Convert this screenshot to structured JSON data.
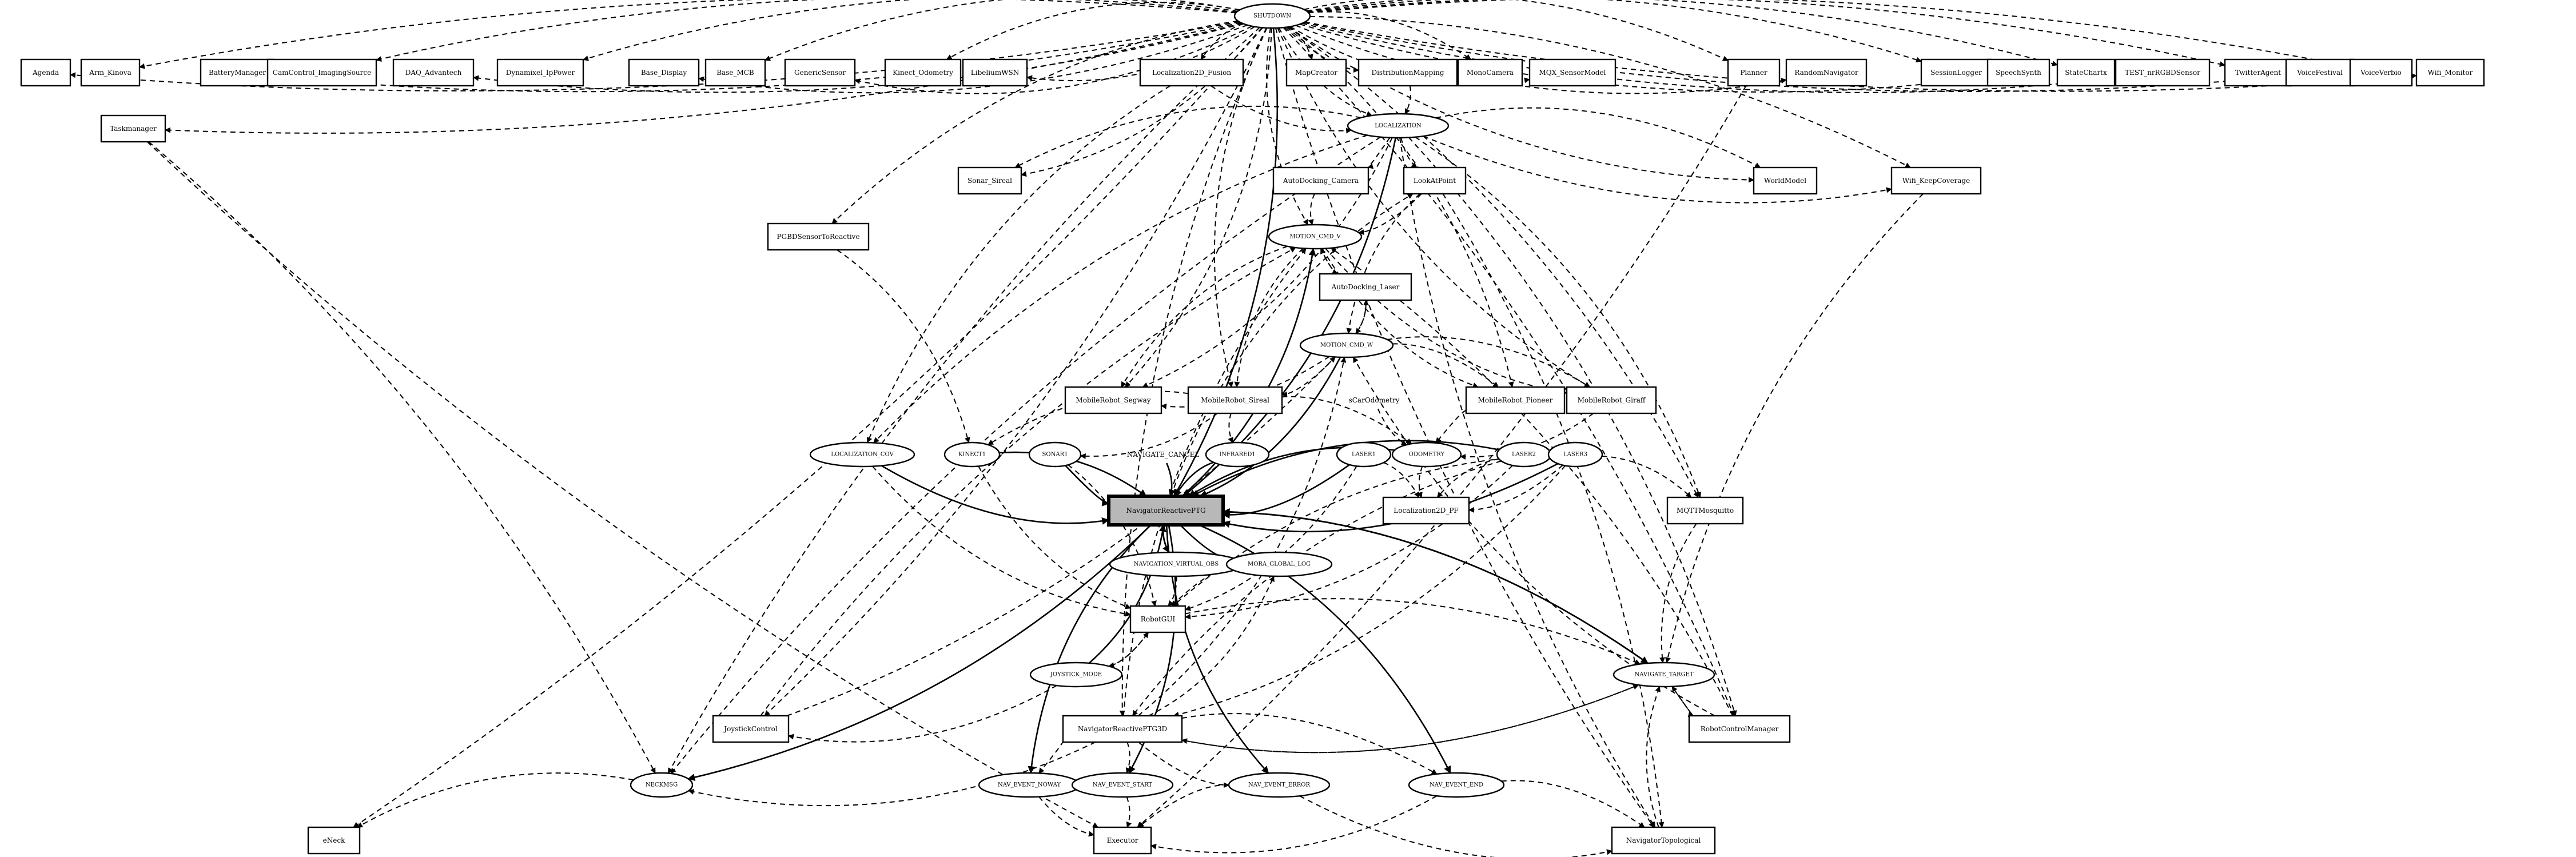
{
  "graph": {
    "nodes": [
      {
        "id": "SHUTDOWN",
        "label": "SHUTDOWN",
        "shape": "ellipse"
      },
      {
        "id": "Agenda",
        "label": "Agenda",
        "shape": "box"
      },
      {
        "id": "Arm_Kinova",
        "label": "Arm_Kinova",
        "shape": "box"
      },
      {
        "id": "BatteryManager",
        "label": "BatteryManager",
        "shape": "box"
      },
      {
        "id": "CamControl",
        "label": "CamControl_ImagingSource",
        "shape": "box"
      },
      {
        "id": "DAQ",
        "label": "DAQ_Advantech",
        "shape": "box"
      },
      {
        "id": "Dynamixel",
        "label": "Dynamixel_IpPower",
        "shape": "box"
      },
      {
        "id": "Base_Display",
        "label": "Base_Display",
        "shape": "box"
      },
      {
        "id": "Base_MCB",
        "label": "Base_MCB",
        "shape": "box"
      },
      {
        "id": "GenericSensor",
        "label": "GenericSensor",
        "shape": "box"
      },
      {
        "id": "Kinect_Odometry",
        "label": "Kinect_Odometry",
        "shape": "box"
      },
      {
        "id": "LibelIumWSN",
        "label": "LibeliumWSN",
        "shape": "box"
      },
      {
        "id": "Localization2D_Fusion",
        "label": "Localization2D_Fusion",
        "shape": "box"
      },
      {
        "id": "MapCreator",
        "label": "MapCreator",
        "shape": "box"
      },
      {
        "id": "DistMapping",
        "label": "DistributionMapping",
        "shape": "box"
      },
      {
        "id": "MonoCamera",
        "label": "MonoCamera",
        "shape": "box"
      },
      {
        "id": "MQX",
        "label": "MQX_SensorModel",
        "shape": "box"
      },
      {
        "id": "Planner",
        "label": "Planner",
        "shape": "box"
      },
      {
        "id": "RandomNavigator",
        "label": "RandomNavigator",
        "shape": "box"
      },
      {
        "id": "SessionLogger",
        "label": "SessionLogger",
        "shape": "box"
      },
      {
        "id": "SpeechSynth",
        "label": "SpeechSynth",
        "shape": "box"
      },
      {
        "id": "StateChartx",
        "label": "StateChartx",
        "shape": "box"
      },
      {
        "id": "TEST",
        "label": "TEST_nrRGBDSensor",
        "shape": "box"
      },
      {
        "id": "TwitterAgent",
        "label": "TwitterAgent",
        "shape": "box"
      },
      {
        "id": "VoiceFestival",
        "label": "VoiceFestival",
        "shape": "box"
      },
      {
        "id": "VoiceVerbio",
        "label": "VoiceVerbio",
        "shape": "box"
      },
      {
        "id": "Wifi_Monitor",
        "label": "Wifi_Monitor",
        "shape": "box"
      },
      {
        "id": "Taskmanager",
        "label": "Taskmanager",
        "shape": "box"
      },
      {
        "id": "LOCALIZATION",
        "label": "LOCALIZATION",
        "shape": "ellipse"
      },
      {
        "id": "Sonar_Sirea",
        "label": "Sonar_Sireal",
        "shape": "box"
      },
      {
        "id": "AutoDocking_Camera",
        "label": "AutoDocking_Camera",
        "shape": "box"
      },
      {
        "id": "LookAtPoint",
        "label": "LookAtPoint",
        "shape": "box"
      },
      {
        "id": "WorldModel",
        "label": "WorldModel",
        "shape": "box"
      },
      {
        "id": "Wifi_KeepCoverage",
        "label": "Wifi_KeepCoverage",
        "shape": "box"
      },
      {
        "id": "PGBD",
        "label": "PGBDSensorToReactive",
        "shape": "box"
      },
      {
        "id": "MOTION_CMD_V",
        "label": "MOTION_CMD_V",
        "shape": "ellipse"
      },
      {
        "id": "AutoDocking_Laser",
        "label": "AutoDocking_Laser",
        "shape": "box"
      },
      {
        "id": "MOTION_CMD_W",
        "label": "MOTION_CMD_W",
        "shape": "ellipse"
      },
      {
        "id": "MobileRobot_Segway",
        "label": "MobileRobot_Segway",
        "shape": "box"
      },
      {
        "id": "MobileRobot_Sireal",
        "label": "MobileRobot_Sireal",
        "shape": "box"
      },
      {
        "id": "sCarOdometry",
        "label": "sCarOdometry",
        "shape": "plain"
      },
      {
        "id": "MobileRobot_Pioneer",
        "label": "MobileRobot_Pioneer",
        "shape": "box"
      },
      {
        "id": "MobileRobot_Giraff",
        "label": "MobileRobot_Giraff",
        "shape": "box"
      },
      {
        "id": "LOCALIZATION_COV",
        "label": "LOCALIZATION_COV",
        "shape": "ellipse"
      },
      {
        "id": "KINECT1",
        "label": "KINECT1",
        "shape": "ellipse"
      },
      {
        "id": "SONAR1",
        "label": "SONAR1",
        "shape": "ellipse"
      },
      {
        "id": "NAVIGATE_CANCEL",
        "label": "NAVIGATE_CANCEL",
        "shape": "plain"
      },
      {
        "id": "INFRARED1",
        "label": "INFRARED1",
        "shape": "ellipse"
      },
      {
        "id": "LASER1",
        "label": "LASER1",
        "shape": "ellipse"
      },
      {
        "id": "ODOMETRY",
        "label": "ODOMETRY",
        "shape": "ellipse"
      },
      {
        "id": "LASER2",
        "label": "LASER2",
        "shape": "ellipse"
      },
      {
        "id": "LASER3",
        "label": "LASER3",
        "shape": "ellipse"
      },
      {
        "id": "NavigatorReactivePTG",
        "label": "NavigatorReactivePTG",
        "shape": "box"
      },
      {
        "id": "Localization2D_PF",
        "label": "Localization2D_PF",
        "shape": "box"
      },
      {
        "id": "MQTTMosquitto",
        "label": "MQTTMosquitto",
        "shape": "box"
      },
      {
        "id": "NAV_VIRTUAL_OBS",
        "label": "NAVIGATION_VIRTUAL_OBS",
        "shape": "ellipse"
      },
      {
        "id": "MORA_GLOBAL_LOG",
        "label": "MORA_GLOBAL_LOG",
        "shape": "ellipse"
      },
      {
        "id": "RobotGUI",
        "label": "RobotGUI",
        "shape": "box"
      },
      {
        "id": "JOYSTICK_MODE",
        "label": "JOYSTICK_MODE",
        "shape": "ellipse"
      },
      {
        "id": "NAVIGATE_TARGET",
        "label": "NAVIGATE_TARGET",
        "shape": "ellipse"
      },
      {
        "id": "JoystickControl",
        "label": "JoystickControl",
        "shape": "box"
      },
      {
        "id": "NavigatorReactivePTG3D",
        "label": "NavigatorReactivePTG3D",
        "shape": "box"
      },
      {
        "id": "RobotControlManager",
        "label": "RobotControlManager",
        "shape": "box"
      },
      {
        "id": "NECKMSG",
        "label": "NECKMSG",
        "shape": "ellipse"
      },
      {
        "id": "NAV_EVENT_NOWAY",
        "label": "NAV_EVENT_NOWAY",
        "shape": "ellipse"
      },
      {
        "id": "NAV_EVENT_START",
        "label": "NAV_EVENT_START",
        "shape": "ellipse"
      },
      {
        "id": "NAV_EVENT_ERROR",
        "label": "NAV_EVENT_ERROR",
        "shape": "ellipse"
      },
      {
        "id": "NAV_EVENT_END",
        "label": "NAV_EVENT_END",
        "shape": "ellipse"
      },
      {
        "id": "eNeck",
        "label": "eNeck",
        "shape": "box"
      },
      {
        "id": "Executor",
        "label": "Executor",
        "shape": "box"
      },
      {
        "id": "NavigatorTopological",
        "label": "NavigatorTopological",
        "shape": "box"
      }
    ]
  }
}
